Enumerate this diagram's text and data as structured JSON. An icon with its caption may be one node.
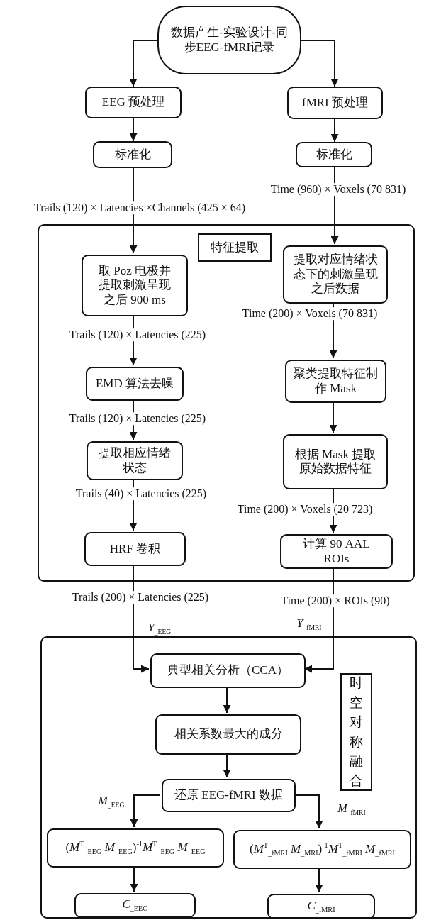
{
  "diagram": {
    "nodes": [
      {
        "text": [
          "数据产生-实验设计-同步EEG-fMRI记录"
        ]
      },
      {
        "text": [
          "EEG 预处理"
        ]
      },
      {
        "text": [
          "fMRI 预处理"
        ]
      },
      {
        "text": [
          "标准化"
        ]
      },
      {
        "text": [
          "标准化"
        ]
      },
      {
        "text": [],
        "shape": "box"
      },
      {
        "text": [
          "特征提取"
        ],
        "in": 5
      },
      {
        "text": [
          "取 Poz 电极并提取刺激呈现之后 900 ms"
        ],
        "in": 5
      },
      {
        "text": [
          "提取对应情绪状态下的刺激呈现之后数据"
        ],
        "in": 5
      },
      {
        "text": [
          "EMD 算法去噪"
        ],
        "in": 5
      },
      {
        "text": [
          "聚类提取特征制作 Mask"
        ],
        "in": 5
      },
      {
        "text": [
          "提取相应情绪状态"
        ],
        "in": 5
      },
      {
        "text": [
          "根据 Mask 提取原始数据特征"
        ],
        "in": 5
      },
      {
        "text": [
          "HRF 卷积"
        ],
        "in": 5
      },
      {
        "text": [
          "计算 90 AAL ROIs"
        ],
        "in": 5
      },
      {
        "text": [],
        "shape": "box"
      },
      {
        "text": [
          "典型相关分析（CCA）"
        ],
        "in": 15
      },
      {
        "text": [
          "时空对称融合"
        ],
        "in": 15
      },
      {
        "text": [
          "相关系数最大的成分"
        ],
        "in": 15
      },
      {
        "text": [
          "还原 EEG-fMRI 数据"
        ],
        "in": 15
      },
      {
        "text": [
          "(*M*$^{T}$$_{_EEG}$ *M*$_{_EEG}$)$^{-1}$*M*$^{T}$$_{_EEG}$ *M*$_{_EEG}$"
        ],
        "in": 15
      },
      {
        "text": [
          "(*M*$^{T}$$_{_fMRI}$ *M*$_{_MRI}$)$^{-1}$*M*$^{T}$$_{_fMRI}$ *M*$_{_fMRI}$"
        ],
        "in": 15
      },
      {
        "text": [
          "*C*$_{_EEG}$"
        ],
        "in": 15
      },
      {
        "text": [
          "*C*$_{_fMRI}$"
        ],
        "in": 15
      }
    ],
    "edges": [
      {
        "from": 0,
        "to": 1,
        "arrow": "to"
      },
      {
        "from": 0,
        "to": 2,
        "arrow": "to"
      },
      {
        "from": 1,
        "to": 3,
        "arrow": "to"
      },
      {
        "from": 2,
        "to": 4,
        "arrow": "to"
      },
      {
        "from": 3,
        "to": 7,
        "arrow": "to",
        "label": "Trails (120) × Latencies ×Channels (425 × 64)"
      },
      {
        "from": 4,
        "to": 8,
        "arrow": "to",
        "label": "Time (960) × Voxels (70 831)"
      },
      {
        "from": 7,
        "to": 9,
        "arrow": "to",
        "label": "Trails (120) × Latencies (225)"
      },
      {
        "from": 9,
        "to": 11,
        "arrow": "to",
        "label": "Trails (120) × Latencies (225)"
      },
      {
        "from": 11,
        "to": 13,
        "arrow": "to",
        "label": "Trails (40) × Latencies (225)"
      },
      {
        "from": 8,
        "to": 10,
        "arrow": "to",
        "label": "Time (200) × Voxels (70 831)"
      },
      {
        "from": 10,
        "to": 12,
        "arrow": "to"
      },
      {
        "from": 12,
        "to": 14,
        "arrow": "to",
        "label": "Time (200) × Voxels (20 723)"
      },
      {
        "from": 13,
        "to": 16,
        "arrow": "to",
        "label": "Trails (200) × Latencies (225)"
      },
      {
        "from": 14,
        "to": 16,
        "arrow": "to",
        "label": "Time (200) × ROIs (90)"
      },
      {
        "from": 16,
        "to": 18,
        "arrow": "to"
      },
      {
        "from": 18,
        "to": 19,
        "arrow": "to"
      },
      {
        "from": 19,
        "to": 20,
        "arrow": "to",
        "label": "*M*$_{_EEG}$"
      },
      {
        "from": 19,
        "to": 21,
        "arrow": "to",
        "label": "*M*$_{_fMRI}$"
      },
      {
        "from": 20,
        "to": 22,
        "arrow": "to"
      },
      {
        "from": 21,
        "to": 23,
        "arrow": "to"
      }
    ],
    "labels": [
      "*Y*$_{_EEG}$",
      "*Y*$_{_fMRI}$"
    ]
  }
}
